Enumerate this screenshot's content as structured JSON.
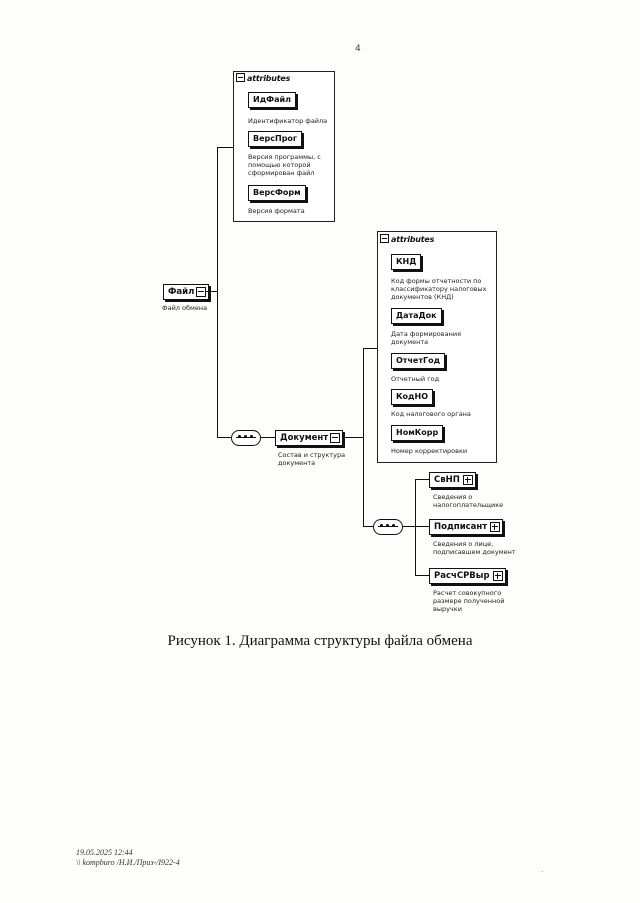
{
  "page_number": "4",
  "attributes_label": "attributes",
  "root": {
    "name": "Файл",
    "desc": "Файл обмена"
  },
  "file_attributes": [
    {
      "name": "ИдФайл",
      "desc": [
        "Идентификатор файла"
      ]
    },
    {
      "name": "ВерсПрог",
      "desc": [
        "Версия программы, с",
        "помощью которой",
        "сформирован файл"
      ]
    },
    {
      "name": "ВерсФорм",
      "desc": [
        "Версия формата"
      ]
    }
  ],
  "document": {
    "name": "Документ",
    "desc": [
      "Состав и структура",
      "документа"
    ]
  },
  "document_attributes": [
    {
      "name": "КНД",
      "desc": [
        "Код формы отчетности по",
        "классификатору налоговых",
        "документов (КНД)"
      ]
    },
    {
      "name": "ДатаДок",
      "desc": [
        "Дата формирования",
        "документа"
      ]
    },
    {
      "name": "ОтчетГод",
      "desc": [
        "Отчетный год"
      ]
    },
    {
      "name": "КодНО",
      "desc": [
        "Код налогового органа"
      ]
    },
    {
      "name": "НомКорр",
      "desc": [
        "Номер корректировки"
      ]
    }
  ],
  "document_children": [
    {
      "name": "СвНП",
      "desc": [
        "Сведения о",
        "налогоплательщике"
      ]
    },
    {
      "name": "Подписант",
      "desc": [
        "Сведения о лице,",
        "подписавшем документ"
      ]
    },
    {
      "name": "РасчСРВыр",
      "desc": [
        "Расчет совокупного",
        "размере полученной",
        "выручки"
      ]
    }
  ],
  "caption": "Рисунок 1. Диаграмма структуры файла обмена",
  "footer": {
    "date": "19.05.2025 12:44",
    "path": "\\\\ kompburo /Н.И./Приз-/I922-4"
  }
}
